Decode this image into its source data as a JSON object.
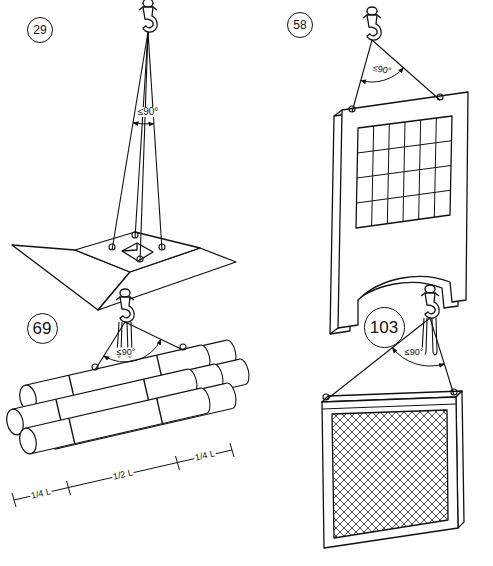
{
  "diagram": {
    "nodes": [
      {
        "text": [
          "29"
        ]
      },
      {
        "text": [
          "58"
        ]
      },
      {
        "text": [
          "69"
        ]
      },
      {
        "text": [
          "103"
        ]
      }
    ],
    "labels": [
      "≤90°",
      "≤90°",
      "≤90°",
      "1/4 L",
      "1/2 L",
      "1/4 L",
      "≤90°"
    ]
  }
}
